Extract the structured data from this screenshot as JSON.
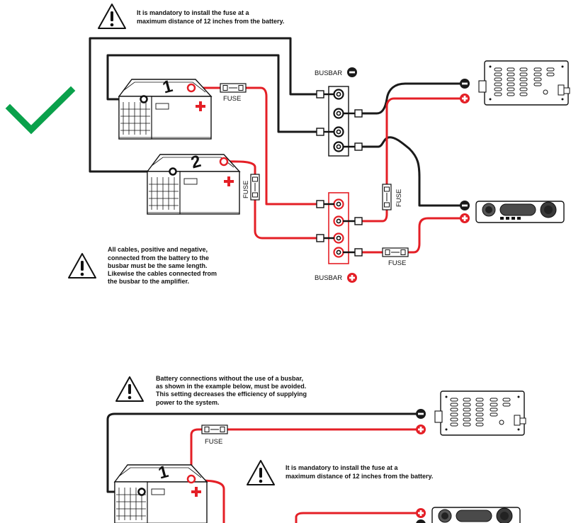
{
  "notes": {
    "top_fuse_1": "It is mandatory to install the fuse at a",
    "top_fuse_2": "maximum distance of 12 inches from the battery.",
    "cables_1": "All cables, positive and negative,",
    "cables_2": "connected from the battery to the",
    "cables_3": "busbar must be the same length.",
    "cables_4": "Likewise the cables connected from",
    "cables_5": "the busbar to the amplifier.",
    "nobusbar_1": "Battery connections without the use of a busbar,",
    "nobusbar_2": "as shown in the example below, must be avoided.",
    "nobusbar_3": "This setting decreases the efficiency of supplying",
    "nobusbar_4": "power to the system.",
    "bottom_fuse_1": "It is mandatory to install the fuse at a",
    "bottom_fuse_2": "maximum distance of 12 inches from the battery."
  },
  "labels": {
    "busbar_negative": "BUSBAR",
    "busbar_positive": "BUSBAR",
    "fuse_battery1": "FUSE",
    "fuse_battery2": "FUSE",
    "fuse_amp1": "FUSE",
    "fuse_amp2": "FUSE",
    "fuse_bottom": "FUSE"
  },
  "batteries": {
    "battery1": "1",
    "battery2": "2",
    "battery_bottom": "1"
  },
  "colors": {
    "positive_cable": "#e41f26",
    "negative_cable": "#1a1a1a",
    "check_mark": "#0aa14b"
  }
}
